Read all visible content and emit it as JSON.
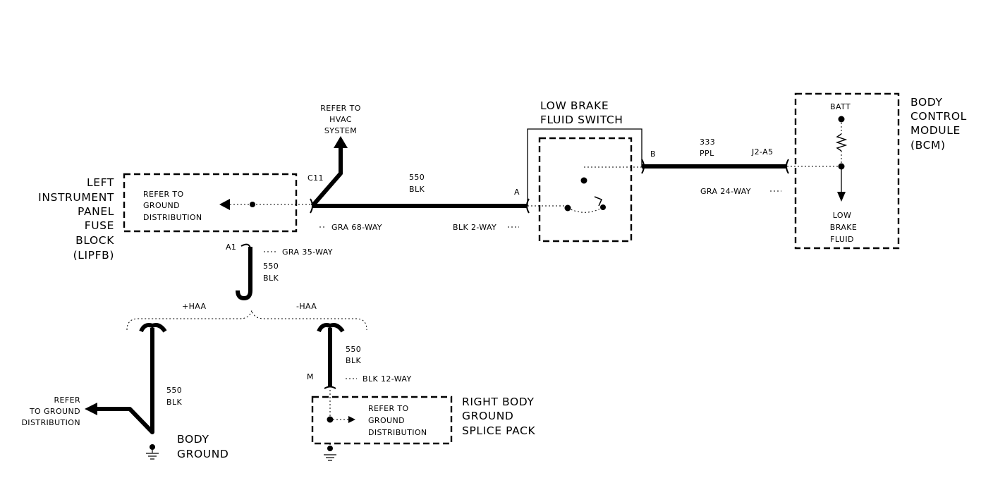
{
  "components": {
    "lipfb": {
      "name_lines": [
        "LEFT",
        "INSTRUMENT",
        "PANEL",
        "FUSE",
        "BLOCK",
        "(LIPFB)"
      ],
      "ref_lines": [
        "REFER TO",
        "GROUND",
        "DISTRIBUTION"
      ],
      "pin_c11": "C11",
      "pin_a1": "A1",
      "conn_c": "GRA 68-WAY",
      "conn_a": "GRA 35-WAY"
    },
    "hvac_ref": [
      "REFER TO",
      "HVAC",
      "SYSTEM"
    ],
    "switch": {
      "name_lines": [
        "LOW BRAKE",
        "FLUID SWITCH"
      ],
      "pin_a": "A",
      "pin_b": "B",
      "conn": "BLK 2-WAY"
    },
    "bcm": {
      "name_lines": [
        "BODY",
        "CONTROL",
        "MODULE",
        "(BCM)"
      ],
      "batt": "BATT",
      "pin": "J2-A5",
      "conn": "GRA 24-WAY",
      "low_lines": [
        "LOW",
        "BRAKE",
        "FLUID"
      ]
    },
    "body_ground": {
      "name_lines": [
        "BODY",
        "GROUND"
      ],
      "ref_lines": [
        "REFER",
        "TO GROUND",
        "DISTRIBUTION"
      ]
    },
    "splice": {
      "name_lines": [
        "RIGHT BODY",
        "GROUND",
        "SPLICE PACK"
      ],
      "ref_lines": [
        "REFER TO",
        "GROUND",
        "DISTRIBUTION"
      ],
      "pin_m": "M",
      "conn": "BLK 12-WAY"
    }
  },
  "wires": {
    "main": [
      "550",
      "BLK"
    ],
    "bcm_wire": [
      "333",
      "PPL"
    ],
    "down": [
      "550",
      "BLK"
    ],
    "left_branch": [
      "550",
      "BLK"
    ],
    "right_branch": [
      "550",
      "BLK"
    ]
  },
  "options": {
    "plus_haa": "+HAA",
    "minus_haa": "-HAA"
  }
}
